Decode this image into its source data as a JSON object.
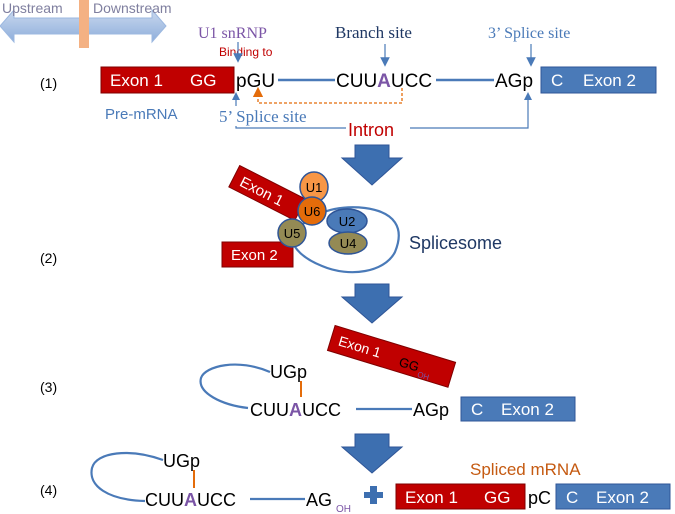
{
  "header": {
    "upstream": "Upstream",
    "downstream": "Downstream"
  },
  "step1": {
    "num": "(1)",
    "u1_snrnp": "U1 snRNP",
    "binding_to": "Binding to",
    "branch_site": "Branch site",
    "splice3": "3’ Splice site",
    "splice5": "5’ Splice site",
    "exon1": "Exon 1",
    "gg": "GG",
    "pgu": "pGU",
    "seq_pre": "CUU",
    "seq_a": "A",
    "seq_post": "UCC",
    "agp": "AGp",
    "c": "C",
    "exon2": "Exon 2",
    "pre_mrna": "Pre-mRNA",
    "intron": "Intron"
  },
  "step2": {
    "num": "(2)",
    "exon1": "Exon 1",
    "exon2": "Exon 2",
    "u1": "U1",
    "u6": "U6",
    "u5": "U5",
    "u2": "U2",
    "u4": "U4",
    "splicesome": "Splicesome"
  },
  "step3": {
    "num": "(3)",
    "exon1": "Exon 1",
    "gg": "GG",
    "oh": "OH",
    "ugp": "UGp",
    "seq_pre": "CUU",
    "seq_a": "A",
    "seq_post": "UCC",
    "agp": "AGp",
    "c": "C",
    "exon2": "Exon 2"
  },
  "step4": {
    "num": "(4)",
    "ugp": "UGp",
    "seq_pre": "CUU",
    "seq_a": "A",
    "seq_post": "UCC",
    "ag": "AG",
    "oh": "OH",
    "spliced_mrna": "Spliced mRNA",
    "exon1": "Exon 1",
    "gg": "GG",
    "pc": "pC",
    "c": "C",
    "exon2": "Exon 2"
  },
  "colors": {
    "exon1_red": "#c00000",
    "exon2_blue": "#4a7ab8",
    "line_blue": "#4a7ab8",
    "purple": "#7b55a6",
    "orange": "#e46c0a",
    "arrow_blue": "#3d6fb0"
  }
}
